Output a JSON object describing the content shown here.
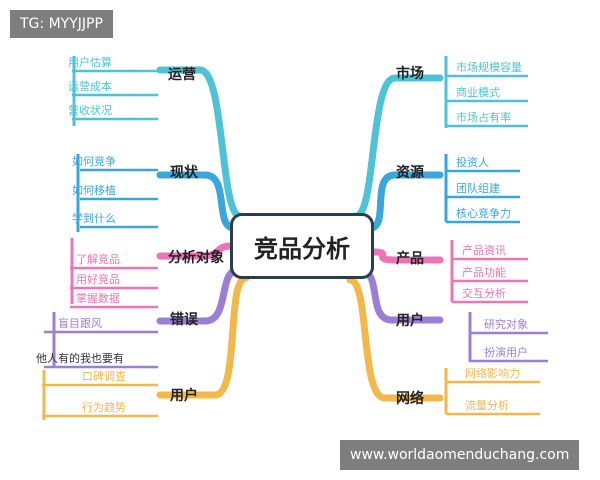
{
  "watermark_top": "TG: MYYJJPP",
  "watermark_bottom": "www.worldaomenduchang.com",
  "center_title": "竞品分析",
  "colors": {
    "center_border": "#2a3e4c",
    "green": "#4fc3d6",
    "blue": "#3aa7dc",
    "pink": "#ee74b5",
    "purple": "#9b7fd6",
    "orange": "#f2b84a"
  },
  "branches": [
    {
      "label": "运营",
      "color": "#4fc3d6",
      "side": "left",
      "items": [
        "用户估算",
        "运营成本",
        "营收状况"
      ]
    },
    {
      "label": "现状",
      "color": "#3aa7dc",
      "side": "left",
      "items": [
        "如何竞争",
        "如何移植",
        "学到什么"
      ]
    },
    {
      "label": "分析对象",
      "color": "#ee74b5",
      "side": "left",
      "items": [
        "了解竞品",
        "用好竞品",
        "掌握数据"
      ]
    },
    {
      "label": "错误",
      "color": "#9b7fd6",
      "side": "left",
      "items": [
        "盲目跟风",
        "他人有的我也要有"
      ]
    },
    {
      "label": "用户",
      "color": "#f2b84a",
      "side": "left",
      "items": [
        "口碑调查",
        "行为趋势"
      ]
    },
    {
      "label": "市场",
      "color": "#4fc3d6",
      "side": "right",
      "items": [
        "市场规模容量",
        "商业模式",
        "市场占有率"
      ]
    },
    {
      "label": "资源",
      "color": "#3aa7dc",
      "side": "right",
      "items": [
        "投资人",
        "团队组建",
        "核心竞争力"
      ]
    },
    {
      "label": "产品",
      "color": "#ee74b5",
      "side": "right",
      "items": [
        "产品资讯",
        "产品功能",
        "交互分析"
      ]
    },
    {
      "label": "用户",
      "color": "#9b7fd6",
      "side": "right",
      "items": [
        "研究对象",
        "扮演用户"
      ]
    },
    {
      "label": "网络",
      "color": "#f2b84a",
      "side": "right",
      "items": [
        "网络影响力",
        "流量分析"
      ]
    }
  ]
}
